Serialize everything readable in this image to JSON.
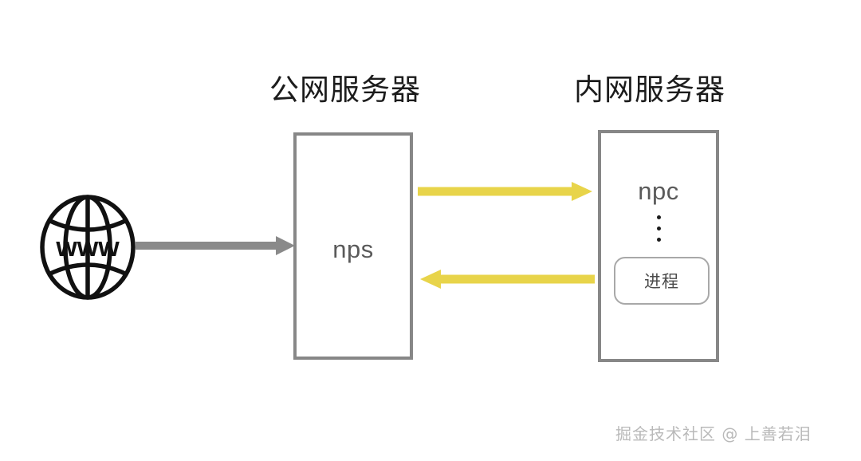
{
  "diagram": {
    "type": "network-architecture",
    "background_color": "#ffffff",
    "titles": {
      "public_server": "公网服务器",
      "intranet_server": "内网服务器"
    },
    "nodes": {
      "internet": {
        "icon": "globe-www-icon",
        "label": "www",
        "color": "#111111"
      },
      "nps_box": {
        "label": "nps",
        "border_color": "#878787",
        "fill_color": "#ffffff",
        "text_color": "#5a5a5a"
      },
      "npc_box": {
        "label": "npc",
        "border_color": "#878787",
        "fill_color": "#ffffff",
        "text_color": "#5a5a5a",
        "ellipsis": "⋮",
        "process": {
          "label": "进程",
          "border_color": "#a8a8a8",
          "text_color": "#4a4a4a"
        }
      }
    },
    "arrows": {
      "internet_to_nps": {
        "direction": "right",
        "color": "#8a8a8a"
      },
      "nps_to_npc": {
        "direction": "right",
        "color": "#e8d44a"
      },
      "npc_to_nps": {
        "direction": "left",
        "color": "#e8d44a"
      }
    },
    "watermark": "掘金技术社区 @ 上善若泪"
  }
}
